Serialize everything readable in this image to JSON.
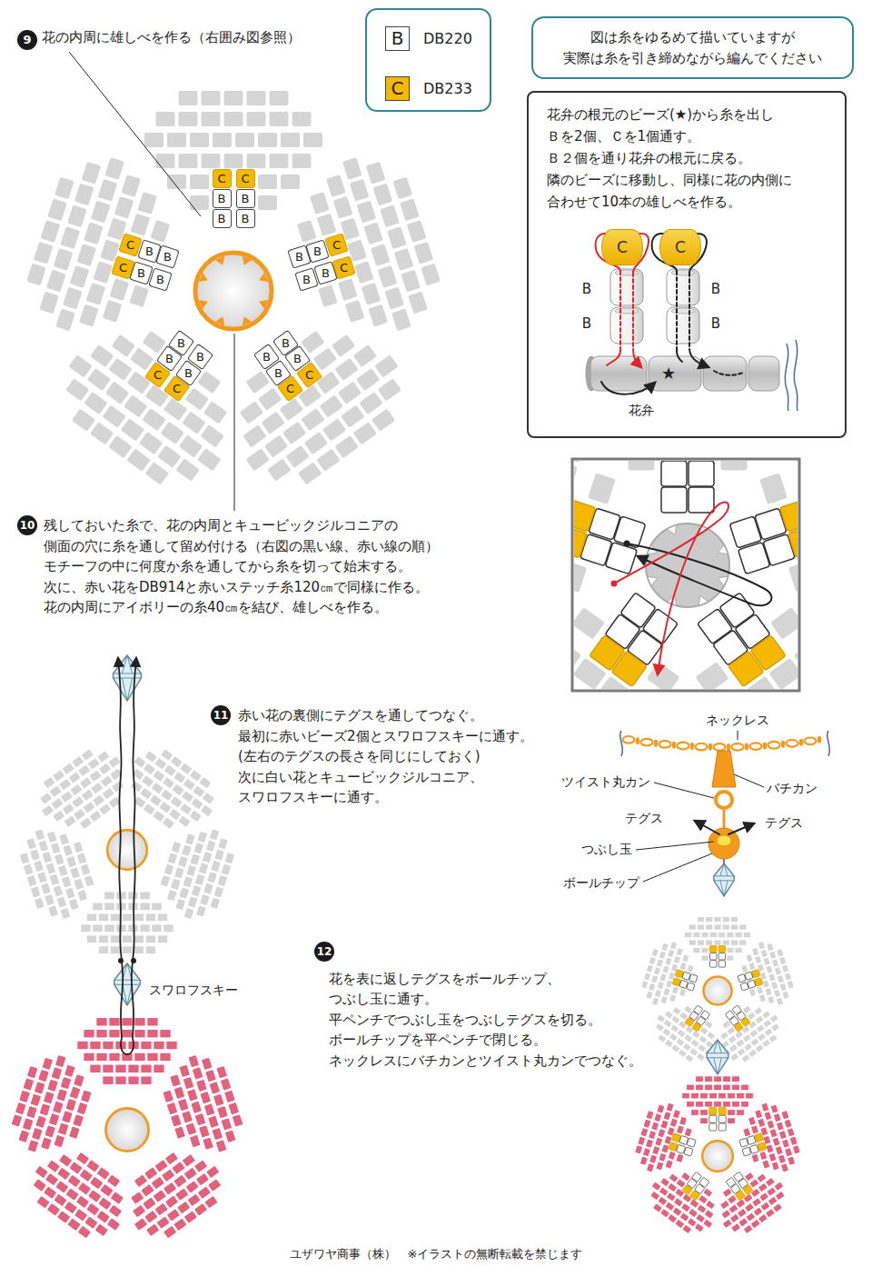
{
  "diagram": {
    "nodes": [
      {
        "text": [
          "図は糸をゆるめて描いていますが 実際は糸を引き締めながら編んでください"
        ]
      },
      {
        "text": [
          "花弁の根元のビーズ(★)から糸を出し Ｂを2個、Ｃを1個通す。 Ｂ２個を通り花弁の根元に戻る。 隣のビーズに移動し、同様に花の内側に 合わせて10本の雄しべを作る。"
        ]
      },
      {
        "text": [
          "C"
        ],
        "in": 1
      },
      {
        "text": [
          "C"
        ],
        "in": 1
      },
      {
        "text": [
          "C"
        ]
      },
      {
        "text": [
          "C"
        ]
      },
      {
        "text": [
          "B"
        ]
      },
      {
        "text": [
          "B"
        ]
      },
      {
        "text": [
          "B"
        ]
      },
      {
        "text": [
          "B"
        ]
      },
      {
        "text": [
          "C"
        ]
      },
      {
        "text": [
          "C"
        ]
      },
      {
        "text": [
          "B"
        ]
      },
      {
        "text": [
          "B"
        ]
      },
      {
        "text": [
          "B"
        ]
      },
      {
        "text": [
          "B"
        ]
      },
      {
        "text": [
          "C"
        ]
      },
      {
        "text": [
          "C"
        ]
      },
      {
        "text": [
          "B"
        ]
      },
      {
        "text": [
          "B"
        ]
      },
      {
        "text": [
          "B"
        ]
      },
      {
        "text": [
          "B"
        ]
      },
      {
        "text": [
          "C"
        ]
      },
      {
        "text": [
          "C"
        ]
      },
      {
        "text": [
          "B"
        ]
      },
      {
        "text": [
          "B"
        ]
      },
      {
        "text": [
          "B"
        ]
      },
      {
        "text": [
          "B"
        ]
      },
      {
        "text": [
          "C"
        ]
      },
      {
        "text": [
          "C"
        ]
      },
      {
        "text": [
          "B"
        ]
      },
      {
        "text": [
          "B"
        ]
      },
      {
        "text": [
          "B"
        ]
      },
      {
        "text": [
          "B"
        ]
      }
    ],
    "labels": [
      "9",
      "花の内周に雄しべを作る（右囲み図参照）",
      "B",
      "C",
      "B",
      "B",
      "B",
      "B",
      "★",
      "花弁",
      "10",
      "残しておいた糸で、花の内周とキュービックジルコニアの 側面の穴に糸を通して留め付ける（右図の黒い線、赤い線の順） モチーフの中に何度か糸を通してから糸を切って始末する。 次に、赤い花をDB914と赤いステッチ糸120㎝で同様に作る。 花の内周にアイボリーの糸40㎝を結び、雄しべを作る。",
      "11",
      "赤い花の裏側にテグスを通してつなぐ。 最初に赤いビーズ2個とスワロフスキーに通す。 (左右のテグスの長さを同じにしておく) 次に白い花とキュービックジルコニア、 スワロフスキーに通す。",
      "スワロフスキー",
      "ネックレス",
      "ツイスト丸カン",
      "バチカン",
      "テグス",
      "テグス",
      "つぶし玉",
      "ボールチップ",
      "12",
      "花を表に返しテグスをボールチップ、 つぶし玉に通す。 平ペンチでつぶし玉をつぶしテグスを切る。 ボールチップを平ペンチで閉じる。 ネックレスにバチカンとツイスト丸カンでつなぐ。",
      "ユザワヤ商事（株）　※イラストの無断転載を禁じます"
    ],
    "legend": [
      {
        "text": "DB220",
        "color": "#ffffff"
      },
      {
        "text": "DB233",
        "color": "#f5b800"
      }
    ]
  }
}
